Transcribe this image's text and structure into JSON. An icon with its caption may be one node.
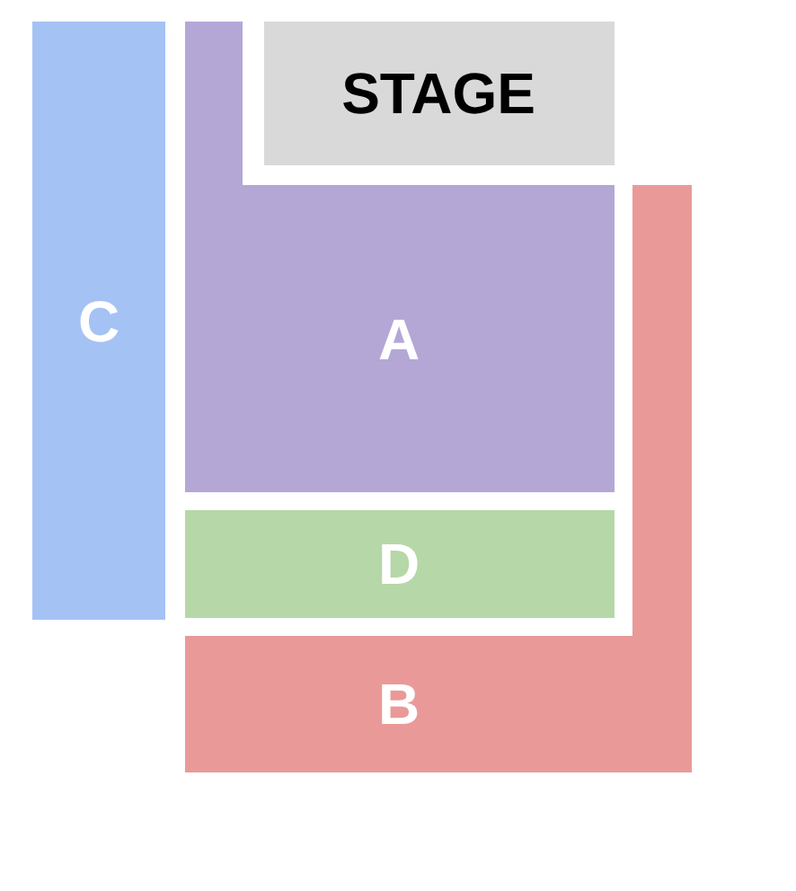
{
  "diagram": {
    "nodes": [
      {
        "text": [
          "STAGE"
        ]
      },
      {
        "text": [
          "C"
        ]
      },
      {
        "text": [
          "A"
        ]
      },
      {
        "text": [
          "D"
        ]
      },
      {
        "text": [
          "B"
        ]
      }
    ]
  }
}
